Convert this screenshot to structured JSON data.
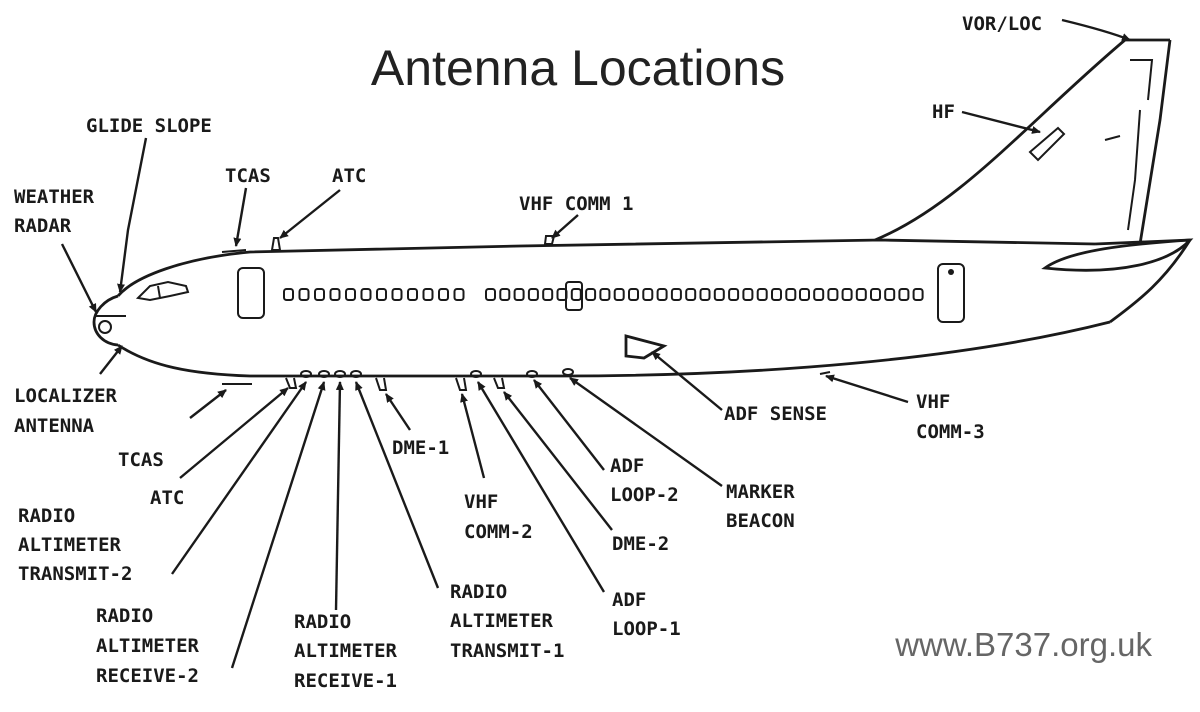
{
  "title": "Antenna Locations",
  "credit": "www.B737.org.uk",
  "labels": {
    "vor_loc": "VOR/LOC",
    "hf": "HF",
    "glide_slope": "GLIDE SLOPE",
    "weather_radar": [
      "WEATHER",
      "RADAR"
    ],
    "tcas_top": "TCAS",
    "atc_top": "ATC",
    "vhf_comm_1": "VHF COMM 1",
    "localizer": [
      "LOCALIZER",
      "ANTENNA"
    ],
    "tcas_bottom": "TCAS",
    "atc_bottom": "ATC",
    "radio_alt_transmit_2": [
      "RADIO",
      "ALTIMETER",
      "TRANSMIT-2"
    ],
    "radio_alt_receive_2": [
      "RADIO",
      "ALTIMETER",
      "RECEIVE-2"
    ],
    "radio_alt_receive_1": [
      "RADIO",
      "ALTIMETER",
      "RECEIVE-1"
    ],
    "radio_alt_transmit_1": [
      "RADIO",
      "ALTIMETER",
      "TRANSMIT-1"
    ],
    "dme_1": "DME-1",
    "vhf_comm_2": [
      "VHF",
      "COMM-2"
    ],
    "dme_2": "DME-2",
    "adf_loop_1": [
      "ADF",
      "LOOP-1"
    ],
    "adf_loop_2": [
      "ADF",
      "LOOP-2"
    ],
    "marker_beacon": [
      "MARKER",
      "BEACON"
    ],
    "adf_sense": "ADF SENSE",
    "vhf_comm_3": [
      "VHF",
      "COMM-3"
    ]
  }
}
